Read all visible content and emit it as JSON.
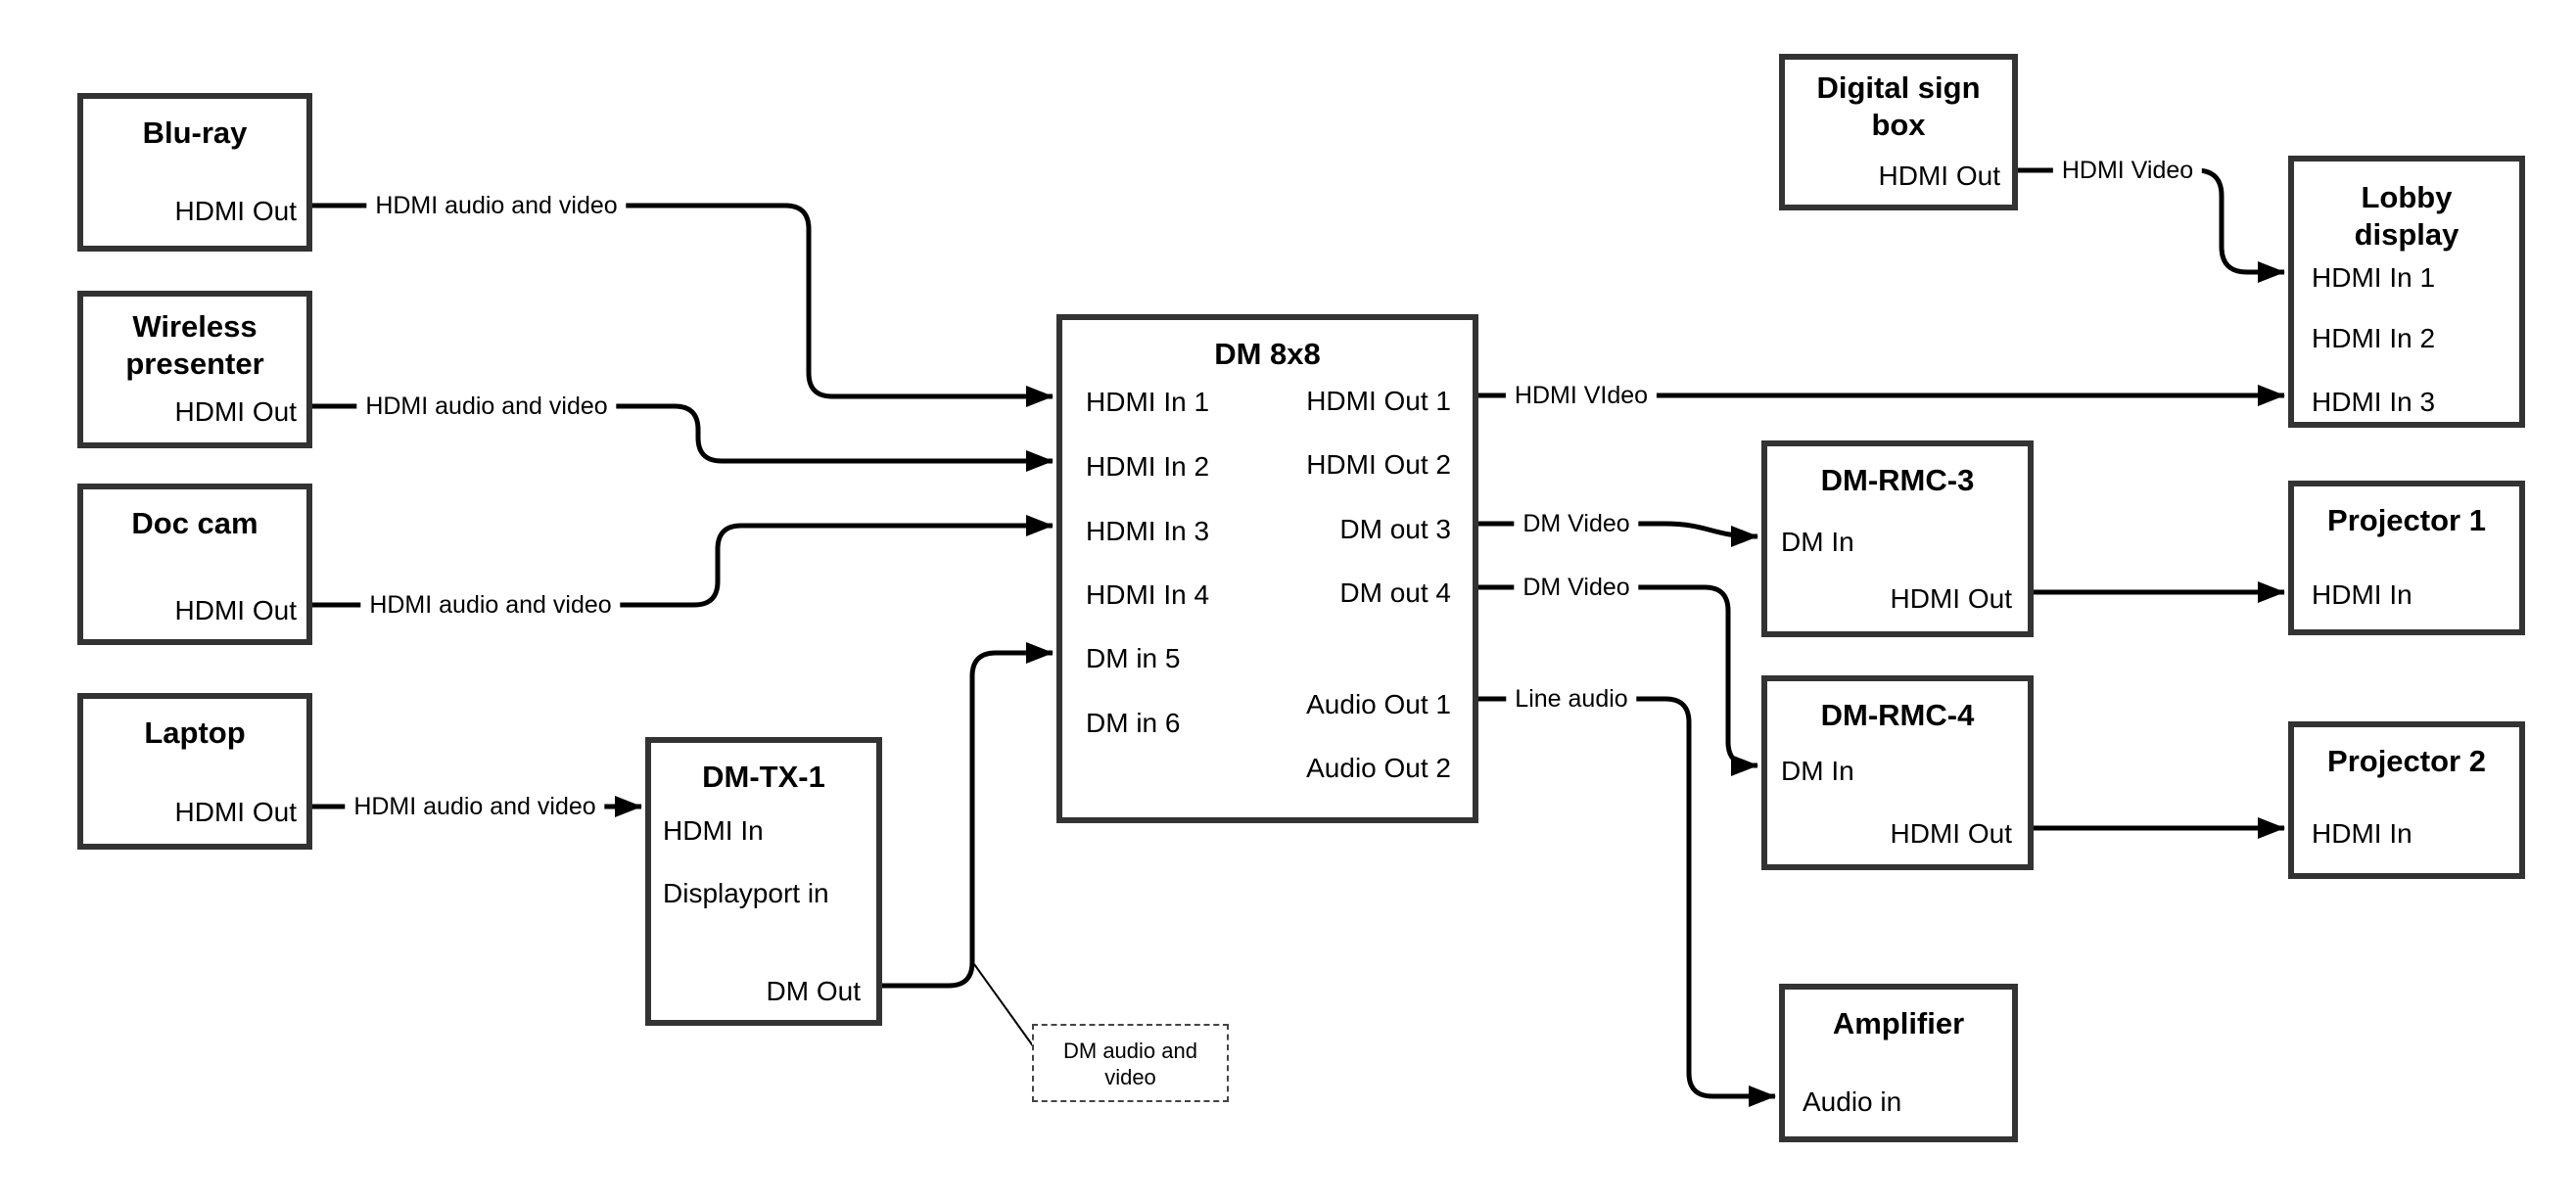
{
  "diagram": {
    "colors": {
      "box_border": "#333333",
      "line": "#000000",
      "text": "#000000",
      "background": "#ffffff"
    },
    "nodes": {
      "bluray": {
        "title": "Blu-ray",
        "ports": [
          "HDMI Out"
        ]
      },
      "wireless_presenter": {
        "title": "Wireless presenter",
        "ports": [
          "HDMI Out"
        ]
      },
      "doc_cam": {
        "title": "Doc cam",
        "ports": [
          "HDMI Out"
        ]
      },
      "laptop": {
        "title": "Laptop",
        "ports": [
          "HDMI Out"
        ]
      },
      "dm_tx_1": {
        "title": "DM-TX-1",
        "ports": [
          "HDMI In",
          "Displayport in",
          "DM Out"
        ]
      },
      "dm_8x8": {
        "title": "DM 8x8",
        "inputs": [
          "HDMI In 1",
          "HDMI In 2",
          "HDMI In 3",
          "HDMI In 4",
          "DM in 5",
          "DM in 6"
        ],
        "outputs": [
          "HDMI Out 1",
          "HDMI Out 2",
          "DM out 3",
          "DM out 4",
          "Audio Out 1",
          "Audio Out 2"
        ]
      },
      "digital_sign_box": {
        "title": "Digital sign box",
        "ports": [
          "HDMI Out"
        ]
      },
      "lobby_display": {
        "title": "Lobby display",
        "ports": [
          "HDMI In 1",
          "HDMI In 2",
          "HDMI In 3"
        ]
      },
      "dm_rmc_3": {
        "title": "DM-RMC-3",
        "ports": [
          "DM In",
          "HDMI Out"
        ]
      },
      "projector_1": {
        "title": "Projector 1",
        "ports": [
          "HDMI In"
        ]
      },
      "dm_rmc_4": {
        "title": "DM-RMC-4",
        "ports": [
          "DM In",
          "HDMI Out"
        ]
      },
      "projector_2": {
        "title": "Projector 2",
        "ports": [
          "HDMI In"
        ]
      },
      "amplifier": {
        "title": "Amplifier",
        "ports": [
          "Audio in"
        ]
      }
    },
    "edges": [
      {
        "from": "bluray.HDMI Out",
        "to": "dm_8x8.HDMI In 1",
        "label": "HDMI audio and video"
      },
      {
        "from": "wireless_presenter.HDMI Out",
        "to": "dm_8x8.HDMI In 2",
        "label": "HDMI audio and video"
      },
      {
        "from": "doc_cam.HDMI Out",
        "to": "dm_8x8.HDMI In 3",
        "label": "HDMI audio and video"
      },
      {
        "from": "laptop.HDMI Out",
        "to": "dm_tx_1.HDMI In",
        "label": "HDMI audio and video"
      },
      {
        "from": "dm_tx_1.DM Out",
        "to": "dm_8x8.DM in 5",
        "label": ""
      },
      {
        "from": "dm_8x8.HDMI Out 1",
        "to": "lobby_display.HDMI In 3",
        "label": "HDMI VIdeo"
      },
      {
        "from": "dm_8x8.DM out 3",
        "to": "dm_rmc_3.DM In",
        "label": "DM Video"
      },
      {
        "from": "dm_8x8.DM out 4",
        "to": "dm_rmc_4.DM In",
        "label": "DM Video"
      },
      {
        "from": "dm_8x8.Audio Out 1",
        "to": "amplifier.Audio in",
        "label": "Line audio"
      },
      {
        "from": "digital_sign_box.HDMI Out",
        "to": "lobby_display.HDMI In 1",
        "label": "HDMI Video"
      },
      {
        "from": "dm_rmc_3.HDMI Out",
        "to": "projector_1.HDMI In",
        "label": ""
      },
      {
        "from": "dm_rmc_4.HDMI Out",
        "to": "projector_2.HDMI In",
        "label": ""
      }
    ],
    "note": {
      "text": "DM audio and video"
    }
  }
}
